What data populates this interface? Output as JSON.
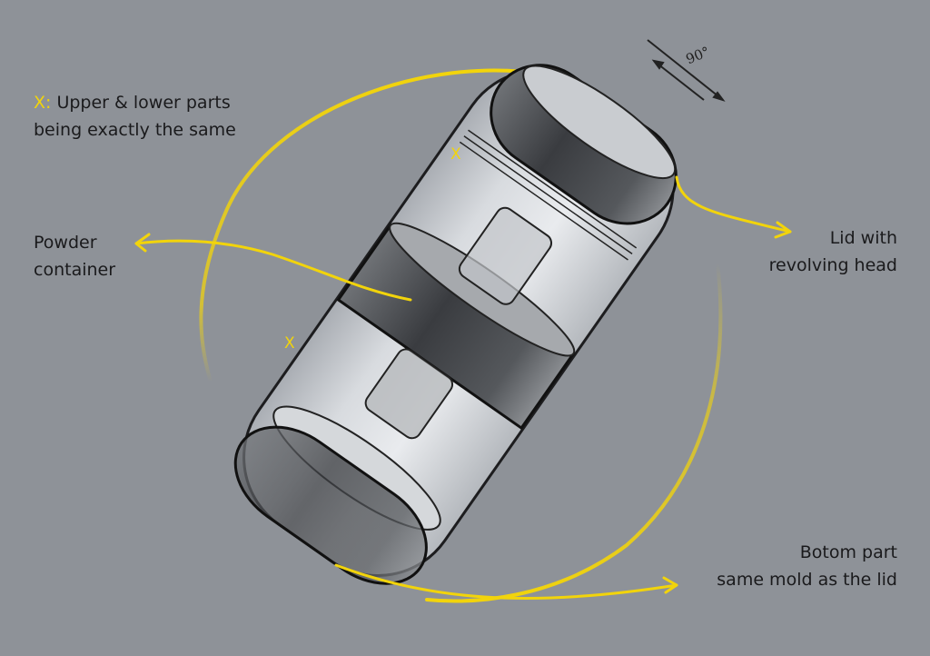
{
  "annotations": {
    "symmetry": {
      "marker": "X:",
      "line1": "Upper & lower parts",
      "line2": "being exactly the same"
    },
    "powder": {
      "line1": "Powder",
      "line2": "container"
    },
    "lid": {
      "line1": "Lid with",
      "line2": "revolving head"
    },
    "bottom": {
      "line1": "Botom part",
      "line2": "same mold as the lid"
    },
    "x_marker_upper": "X",
    "x_marker_lower": "X",
    "rotation": "90°"
  },
  "colors": {
    "background": "#8e9298",
    "accent": "#f2d40b",
    "text": "#1a1a1c"
  }
}
